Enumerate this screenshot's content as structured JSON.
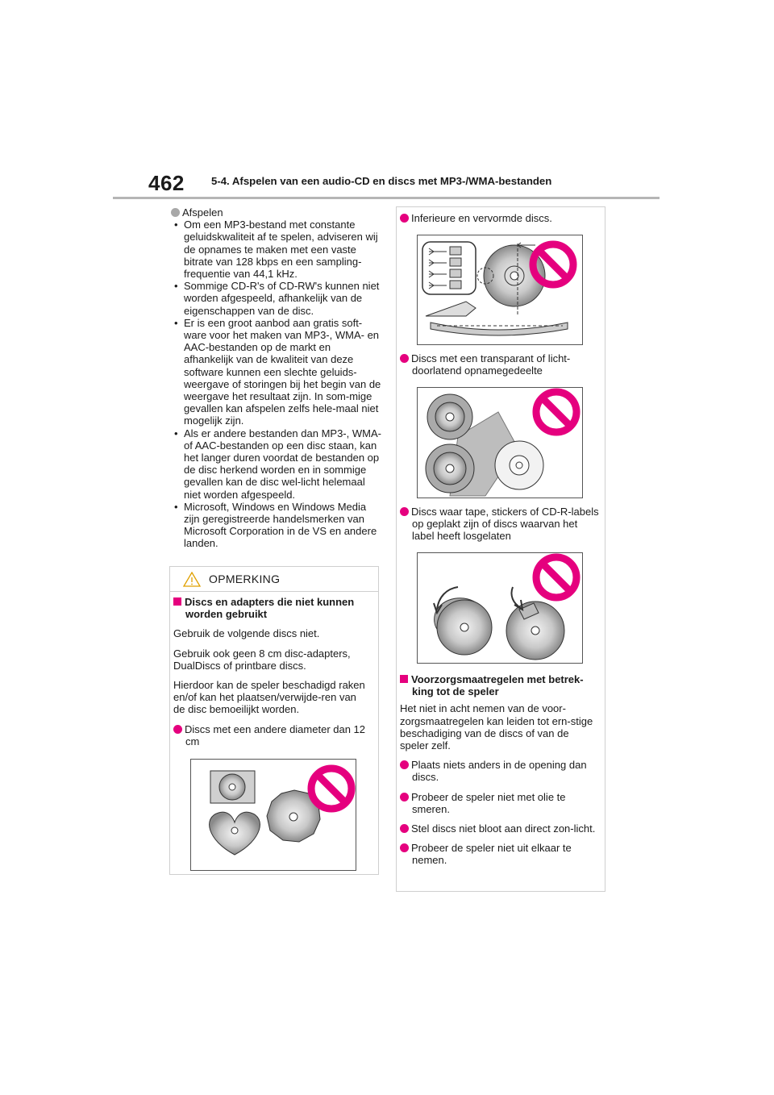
{
  "header": {
    "page_number": "462",
    "chapter_title": "5-4. Afspelen van een audio-CD en discs met MP3-/WMA-bestanden"
  },
  "left": {
    "afspelen_heading": "Afspelen",
    "afspelen_items": [
      "Om een MP3-bestand met constante geluidskwaliteit af te spelen, adviseren wij de opnames te maken met een vaste bitrate van 128 kbps en een sampling-frequentie van 44,1 kHz.",
      "Sommige CD-R's of CD-RW's kunnen niet worden afgespeeld, afhankelijk van de eigenschappen van de disc.",
      "Er is een groot aanbod aan gratis soft-ware voor het maken van MP3-, WMA- en AAC-bestanden op de markt en afhankelijk van de kwaliteit van deze software kunnen een slechte geluids-weergave of storingen bij het begin van de weergave het resultaat zijn. In som-mige gevallen kan afspelen zelfs hele-maal niet mogelijk zijn.",
      "Als er andere bestanden dan MP3-, WMA- of AAC-bestanden op een disc staan, kan het langer duren voordat de bestanden op de disc herkend worden en in sommige gevallen kan de disc wel-licht helemaal niet worden afgespeeld.",
      "Microsoft, Windows en Windows Media zijn geregistreerde handelsmerken van Microsoft Corporation in de VS en andere landen."
    ]
  },
  "note": {
    "title": "OPMERKING",
    "section_heading": "Discs en adapters die niet kunnen worden gebruikt",
    "para1": "Gebruik de volgende discs niet.",
    "para2": "Gebruik ook geen 8 cm disc-adapters, DualDiscs of printbare discs.",
    "para3": "Hierdoor kan de speler beschadigd raken en/of kan het plaatsen/verwijde-ren van de disc bemoeilijkt worden.",
    "bullet_diameter": "Discs met een andere diameter dan 12 cm"
  },
  "right": {
    "bullet_inferior": "Inferieure en vervormde discs.",
    "bullet_transparent": "Discs met een transparant of licht-doorlatend opnamegedeelte",
    "bullet_tape": "Discs waar tape, stickers of CD-R-labels op geplakt zijn of discs waarvan het label heeft losgelaten",
    "precautions_heading": "Voorzorgsmaatregelen met betrek-king tot de speler",
    "precautions_text": "Het niet in acht nemen van de voor-zorgsmaatregelen kan leiden tot ern-stige beschadiging van de discs of van de speler zelf.",
    "precaution_items": [
      "Plaats niets anders in de opening dan discs.",
      "Probeer de speler niet met olie te smeren.",
      "Stel discs niet bloot aan direct zon-licht.",
      "Probeer de speler niet uit elkaar te nemen."
    ]
  },
  "colors": {
    "accent": "#e5007e",
    "rule": "#b5b5b5",
    "bullet_grey": "#a8a8a8"
  }
}
